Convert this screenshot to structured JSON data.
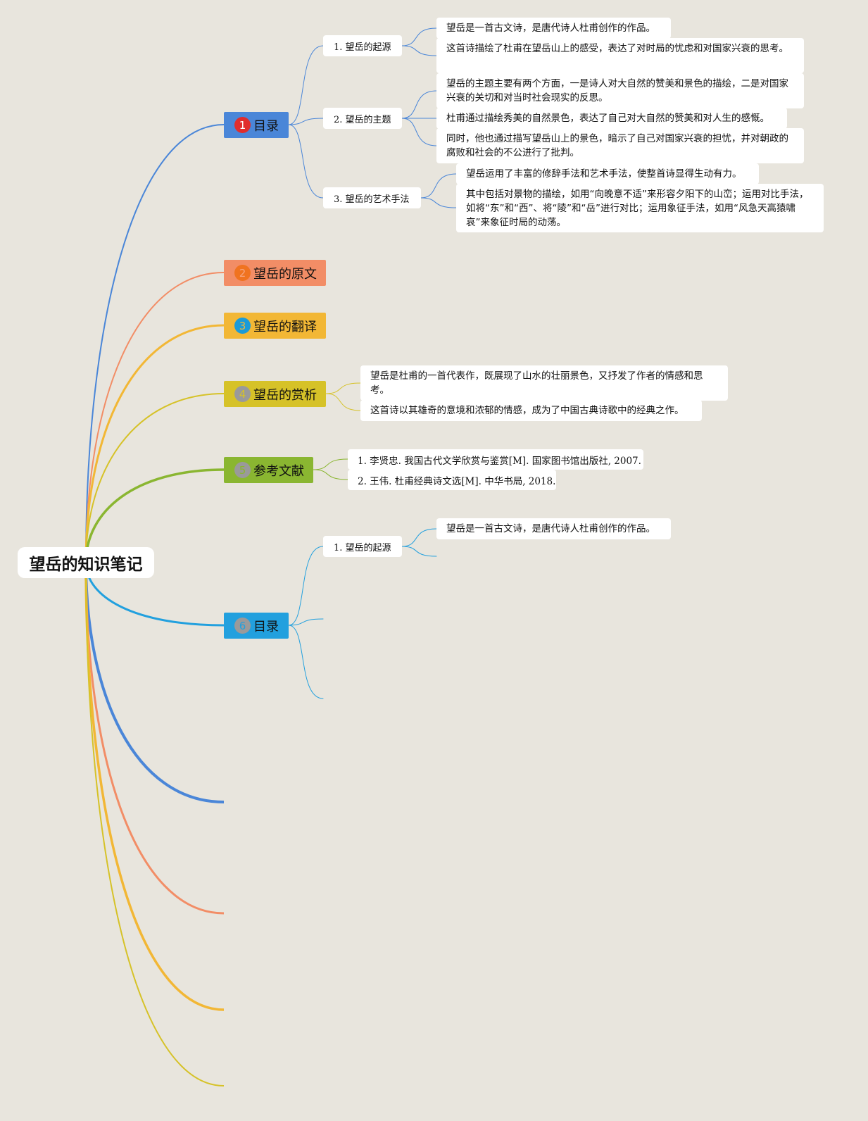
{
  "root": {
    "title": "望岳的知识笔记"
  },
  "colors": {
    "topic1": "#4a86d8",
    "topic2": "#f28d66",
    "topic3": "#f2b735",
    "topic4": "#d6c228",
    "topic5": "#8ab631",
    "topic6": "#22a0de",
    "badge_red": "#e02d2d",
    "badge_orange": "#f07320",
    "badge_blue": "#1b9bd8",
    "badge_gray": "#9a9a9a"
  },
  "topics": [
    {
      "badge": "1",
      "label": "目录",
      "subtopics": [
        {
          "label": "1. 望岳的起源",
          "notes": [
            "望岳是一首古文诗，是唐代诗人杜甫创作的作品。",
            "这首诗描绘了杜甫在望岳山上的感受，表达了对时局的忧虑和对国家兴衰的思考。"
          ]
        },
        {
          "label": "2. 望岳的主题",
          "notes": [
            "望岳的主题主要有两个方面，一是诗人对大自然的赞美和景色的描绘，二是对国家兴衰的关切和对当时社会现实的反思。",
            "杜甫通过描绘秀美的自然景色，表达了自己对大自然的赞美和对人生的感慨。",
            "同时，他也通过描写望岳山上的景色，暗示了自己对国家兴衰的担忧，并对朝政的腐败和社会的不公进行了批判。"
          ]
        },
        {
          "label": "3. 望岳的艺术手法",
          "notes": [
            "望岳运用了丰富的修辞手法和艺术手法，使整首诗显得生动有力。",
            "其中包括对景物的描绘，如用“向晚意不适”来形容夕阳下的山峦；运用对比手法，如将“东”和“西”、将“陵”和“岳”进行对比；运用象征手法，如用“风急天高猿啸哀”来象征时局的动荡。"
          ]
        }
      ]
    },
    {
      "badge": "2",
      "label": "望岳的原文"
    },
    {
      "badge": "3",
      "label": "望岳的翻译"
    },
    {
      "badge": "4",
      "label": "望岳的赏析",
      "notes": [
        "望岳是杜甫的一首代表作，既展现了山水的壮丽景色，又抒发了作者的情感和思考。",
        "这首诗以其雄奇的意境和浓郁的情感，成为了中国古典诗歌中的经典之作。"
      ]
    },
    {
      "badge": "5",
      "label": "参考文献",
      "notes": [
        "1. 李贤忠. 我国古代文学欣赏与鉴赏[M]. 国家图书馆出版社, 2007.",
        "2. 王伟. 杜甫经典诗文选[M]. 中华书局, 2018."
      ]
    },
    {
      "badge": "6",
      "label": "目录",
      "subtopics": [
        {
          "label": "1. 望岳的起源",
          "notes": [
            "望岳是一首古文诗，是唐代诗人杜甫创作的作品。"
          ]
        }
      ]
    }
  ]
}
